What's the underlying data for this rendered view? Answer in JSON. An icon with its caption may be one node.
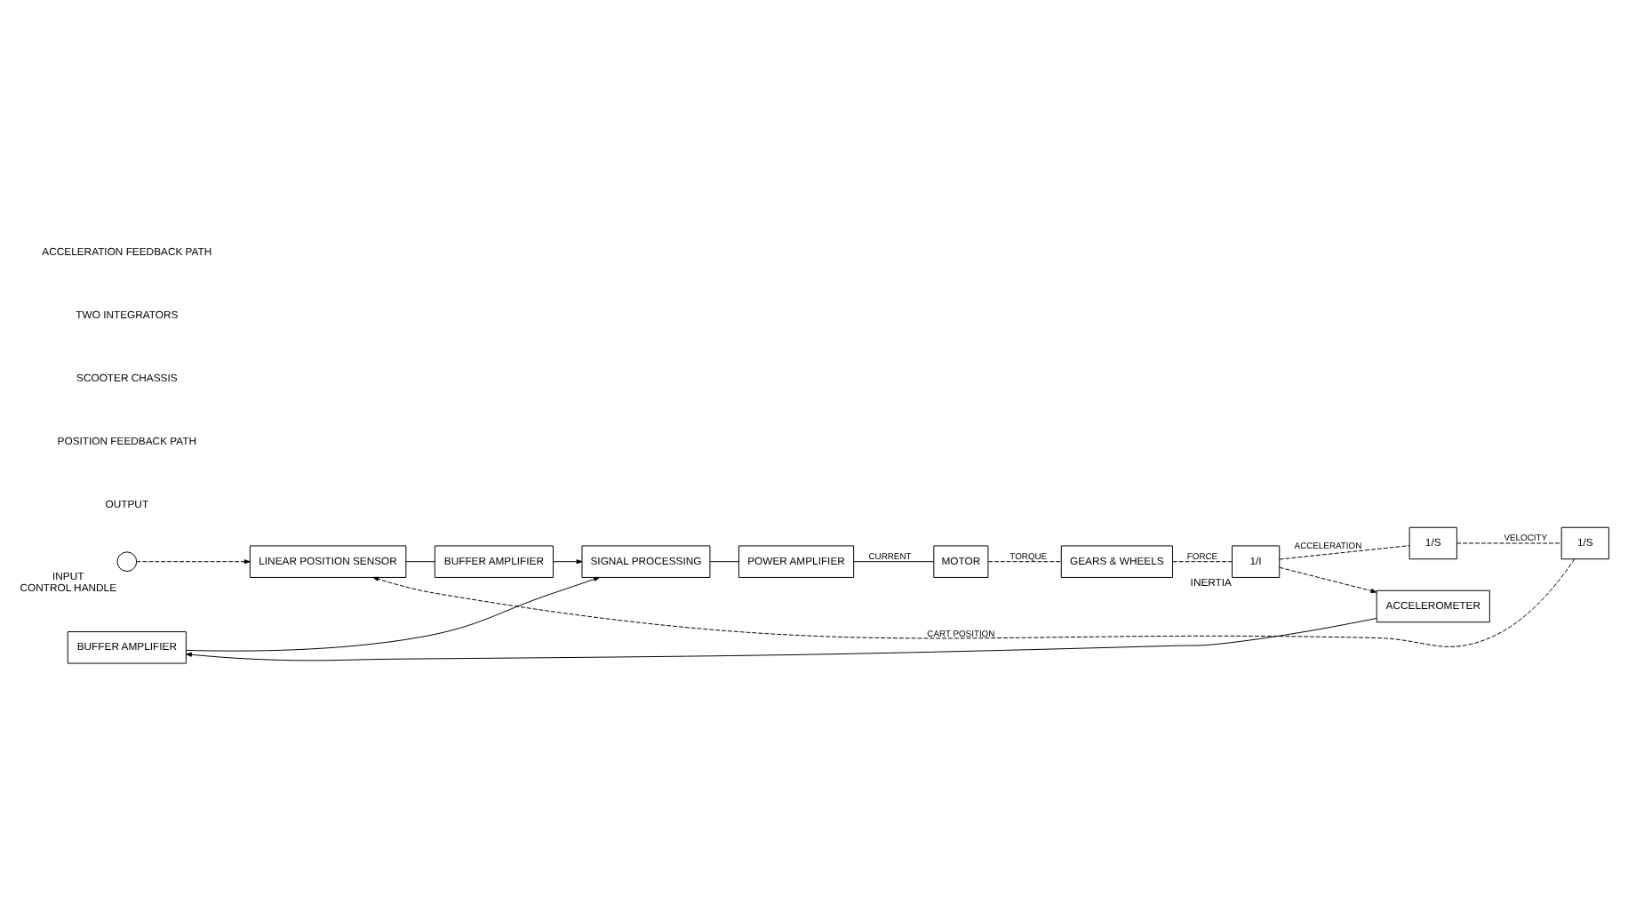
{
  "diagram": {
    "nodes": [
      {
        "text": [],
        "shape": "circle",
        "beside": [
          "INPUT",
          "CONTROL HANDLE"
        ]
      },
      {
        "text": [
          "LINEAR POSITION SENSOR"
        ]
      },
      {
        "text": [
          "BUFFER AMPLIFIER"
        ]
      },
      {
        "text": [
          "SIGNAL PROCESSING"
        ]
      },
      {
        "text": [
          "POWER AMPLIFIER"
        ]
      },
      {
        "text": [
          "MOTOR"
        ]
      },
      {
        "text": [
          "GEARS & WHEELS"
        ]
      },
      {
        "text": [
          "1/I"
        ],
        "beside": [
          "INERTIA"
        ]
      },
      {
        "text": [
          "1/S"
        ]
      },
      {
        "text": [
          "1/S"
        ]
      },
      {
        "text": [
          "BUFFER AMPLIFIER"
        ]
      },
      {
        "text": [
          "ACCELEROMETER"
        ]
      }
    ],
    "edges": [
      {
        "from": 0,
        "to": 1,
        "arrow": "to",
        "style": "dashed"
      },
      {
        "from": 1,
        "to": 2,
        "arrow": "none"
      },
      {
        "from": 2,
        "to": 3,
        "arrow": "to"
      },
      {
        "from": 3,
        "to": 4,
        "arrow": "none"
      },
      {
        "from": 4,
        "to": 5,
        "arrow": "none",
        "label": "CURRENT"
      },
      {
        "from": 5,
        "to": 6,
        "arrow": "none",
        "style": "dashed",
        "label": "TORQUE"
      },
      {
        "from": 6,
        "to": 7,
        "arrow": "none",
        "style": "dashed",
        "label": "FORCE"
      },
      {
        "from": 7,
        "to": 8,
        "arrow": "none",
        "style": "dashed",
        "label": "ACCELERATION"
      },
      {
        "from": 8,
        "to": 9,
        "arrow": "none",
        "style": "dashed",
        "label": "VELOCITY"
      },
      {
        "from": 9,
        "to": 1,
        "arrow": "to",
        "style": "dashed",
        "label": "CART POSITION"
      },
      {
        "from": 7,
        "to": 11,
        "arrow": "to",
        "style": "dashed"
      },
      {
        "from": 11,
        "to": 10,
        "arrow": "to"
      },
      {
        "from": 10,
        "to": 3,
        "arrow": "to"
      }
    ],
    "labels": [
      "OUTPUT",
      "POSITION FEEDBACK PATH",
      "SCOOTER CHASSIS",
      "TWO INTEGRATORS",
      "ACCELERATION FEEDBACK PATH"
    ]
  }
}
